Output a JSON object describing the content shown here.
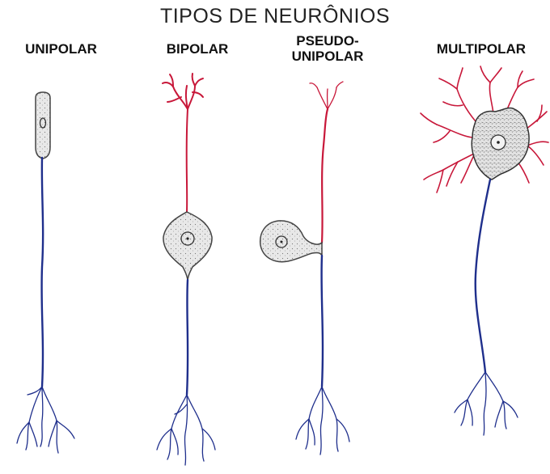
{
  "title": "TIPOS DE NEURÔNIOS",
  "labels": {
    "unipolar": "UNIPOLAR",
    "bipolar": "BIPOLAR",
    "pseudo_line1": "PSEUDO-",
    "pseudo_line2": "UNIPOLAR",
    "multipolar": "MULTIPOLAR"
  },
  "colors": {
    "axon": "#1f2f8c",
    "dendrite": "#c8183a",
    "soma_fill": "#e6e6e6",
    "soma_stroke": "#444444"
  }
}
